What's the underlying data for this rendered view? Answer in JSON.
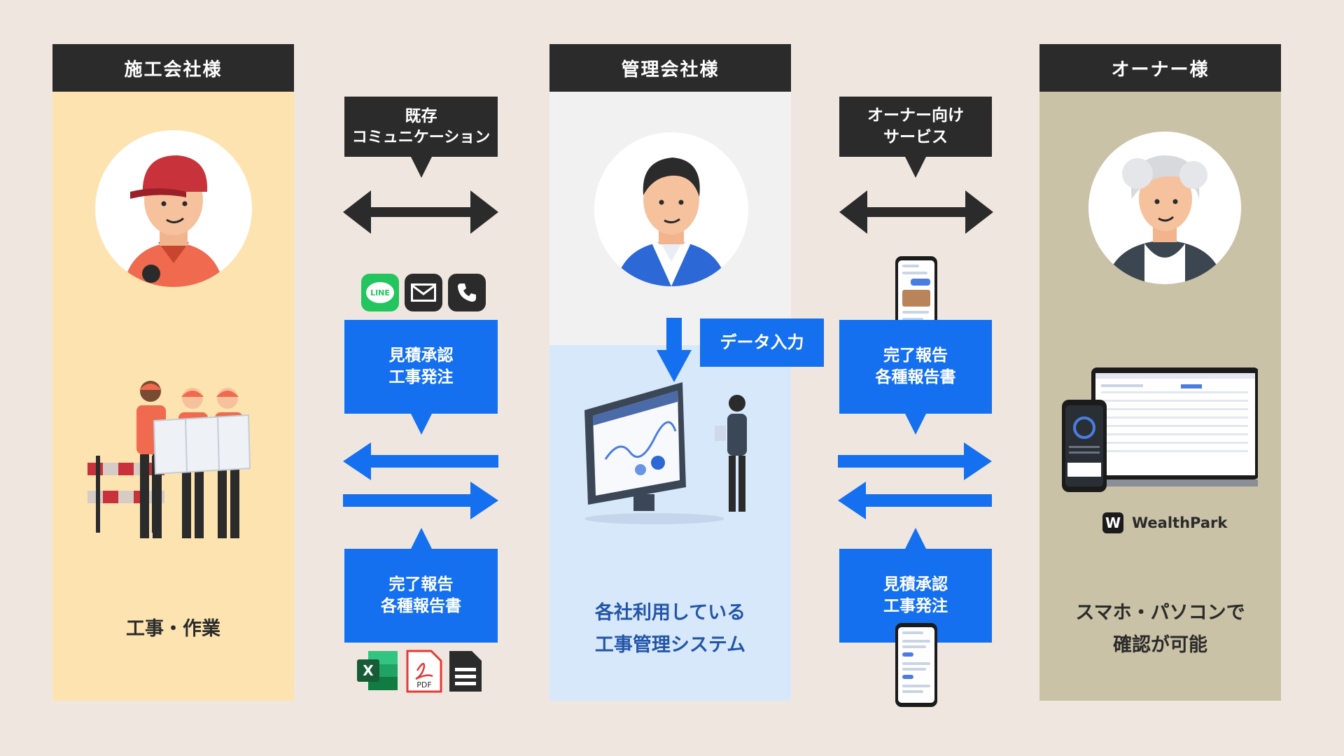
{
  "columns": {
    "contractor": {
      "title": "施工会社様",
      "caption": "工事・作業",
      "bg": "#fde3b0"
    },
    "manager": {
      "title": "管理会社様",
      "caption_line1": "各社利用している",
      "caption_line2": "工事管理システム",
      "bg_top": "#f1f1f1",
      "bg_bottom": "#d8e8fb"
    },
    "owner": {
      "title": "オーナー様",
      "caption_line1": "スマホ・パソコンで",
      "caption_line2": "確認が可能",
      "bg": "#cac2a6",
      "brand": "WealthPark"
    }
  },
  "left_channel": {
    "label_line1": "既存",
    "label_line2": "コミュニケーション",
    "icons": [
      "line-app-icon",
      "mail-icon",
      "phone-icon"
    ],
    "line_label": "LINE",
    "request_line1": "見積承認",
    "request_line2": "工事発注",
    "report_line1": "完了報告",
    "report_line2": "各種報告書",
    "file_icons": [
      "excel-icon",
      "pdf-icon",
      "document-icon"
    ],
    "excel_letter": "X",
    "pdf_label": "PDF"
  },
  "data_entry_label": "データ入力",
  "right_channel": {
    "label_line1": "オーナー向け",
    "label_line2": "サービス",
    "report_line1": "完了報告",
    "report_line2": "各種報告書",
    "request_line1": "見積承認",
    "request_line2": "工事発注"
  },
  "colors": {
    "accent_blue": "#1570ef",
    "dark": "#2b2b2b",
    "background": "#efe7df"
  }
}
